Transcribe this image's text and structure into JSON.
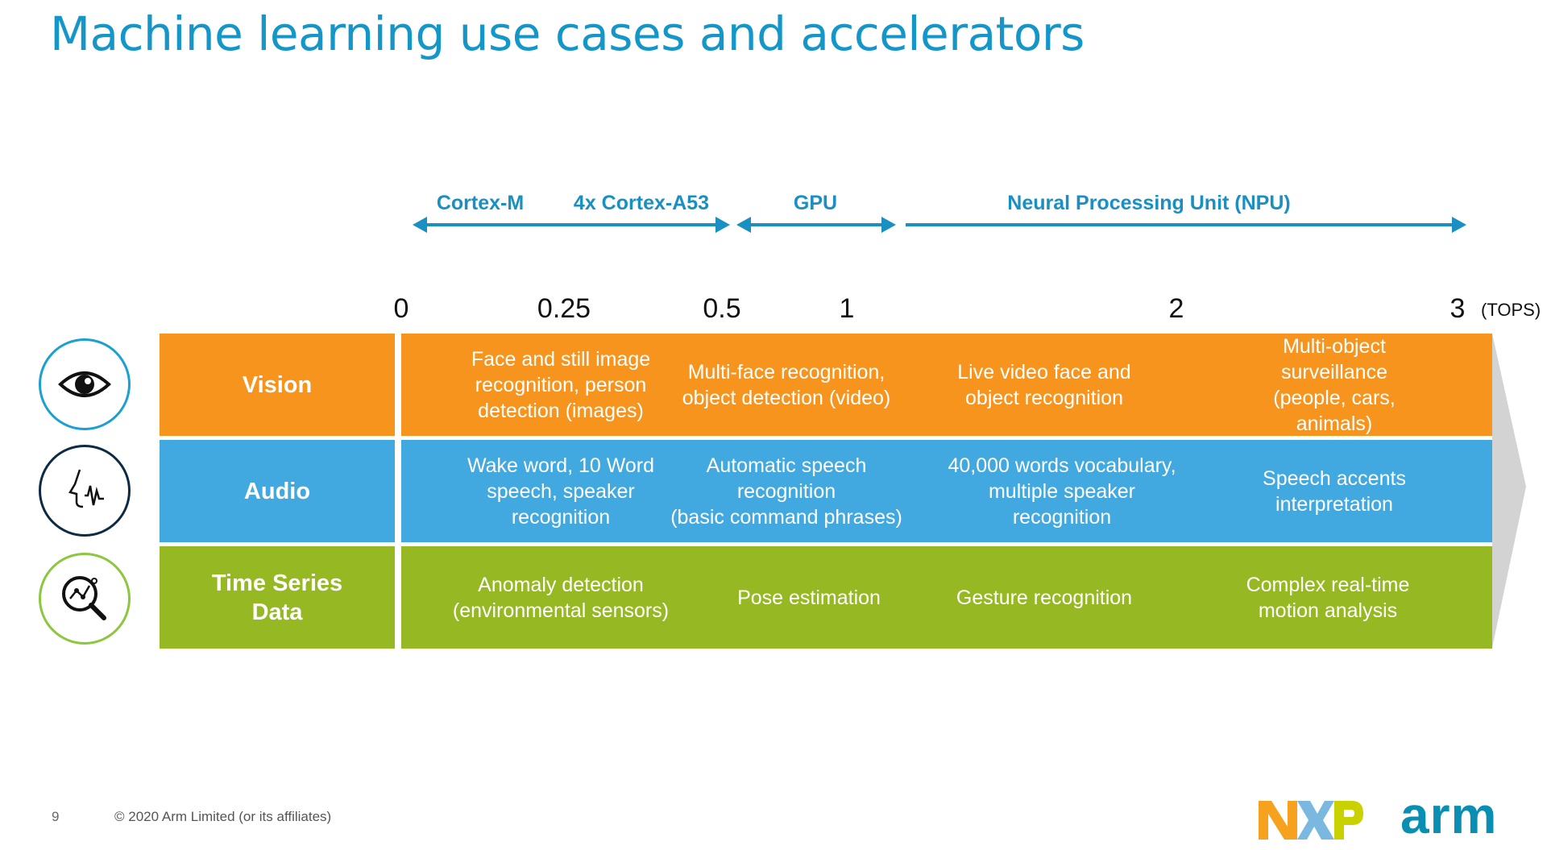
{
  "title": "Machine learning use cases and accelerators",
  "accelerators": [
    {
      "label": "Cortex-M",
      "range": [
        0,
        0.25
      ]
    },
    {
      "label": "4x Cortex-A53",
      "range": [
        0.25,
        0.5
      ]
    },
    {
      "label": "GPU",
      "range": [
        0.5,
        1
      ]
    },
    {
      "label": "Neural Processing Unit (NPU)",
      "range": [
        1,
        3
      ]
    }
  ],
  "scale": {
    "ticks": [
      "0",
      "0.25",
      "0.5",
      "1",
      "2",
      "3"
    ],
    "unit": "(TOPS)"
  },
  "rows": [
    {
      "label": "Vision",
      "color": "#f7941d",
      "icon": "eye-icon",
      "cells": [
        "Face and still image\nrecognition, person\ndetection (images)",
        "Multi-face recognition,\nobject detection (video)",
        "Live video face and\nobject recognition",
        "Multi-object surveillance\n(people, cars, animals)"
      ]
    },
    {
      "label": "Audio",
      "color": "#41a8e0",
      "icon": "voice-icon",
      "cells": [
        "Wake word, 10 Word\nspeech, speaker\nrecognition",
        "Automatic speech\nrecognition\n(basic command phrases)",
        "40,000 words vocabulary,\nmultiple speaker\nrecognition",
        "Speech accents\ninterpretation"
      ]
    },
    {
      "label": "Time Series\nData",
      "color": "#95b823",
      "icon": "analytics-magnifier-icon",
      "cells": [
        "Anomaly detection\n(environmental sensors)",
        "Pose estimation",
        "Gesture recognition",
        "Complex real-time\nmotion analysis"
      ]
    }
  ],
  "footer": {
    "page_number": "9",
    "copyright": "© 2020 Arm Limited (or its affiliates)"
  },
  "logos": {
    "nxp": "NXP",
    "arm": "arm"
  },
  "colors": {
    "accent": "#1496c9",
    "arrow": "#1a8fc2",
    "shadow": "#d3d3d3"
  }
}
